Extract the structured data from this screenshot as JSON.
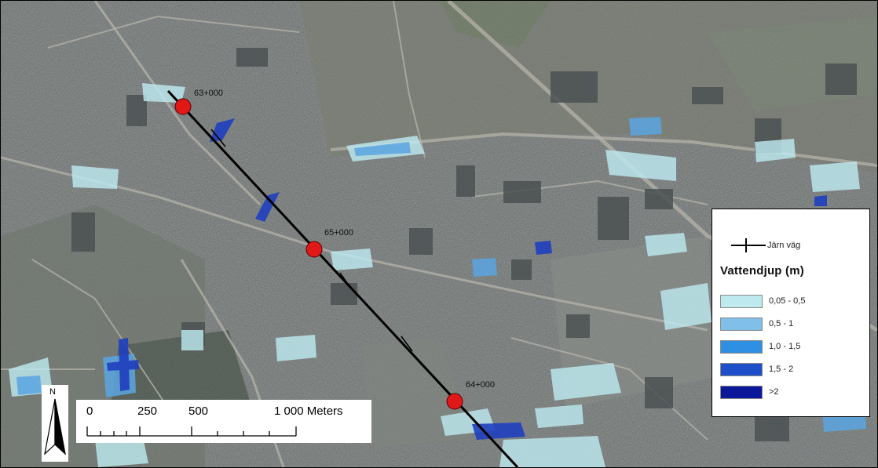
{
  "map": {
    "chainages": [
      "63+000",
      "65+000",
      "64+000"
    ],
    "colors": {
      "railway": "#000000",
      "station_marker": "#e01818"
    }
  },
  "legend": {
    "railway_label": "Järn väg",
    "title": "Vattendjup (m)",
    "classes": [
      {
        "label": "0,05 - 0,5",
        "color": "#bde9ef"
      },
      {
        "label": "0,5 - 1",
        "color": "#7fbfe8"
      },
      {
        "label": "1,0 - 1,5",
        "color": "#2f8fe2"
      },
      {
        "label": "1,5 - 2",
        "color": "#1f4fc8"
      },
      {
        "label": ">2",
        "color": "#0a1899"
      }
    ]
  },
  "scalebar": {
    "north_label": "N",
    "labels": [
      "0",
      "250",
      "500",
      "1 000 Meters"
    ]
  }
}
